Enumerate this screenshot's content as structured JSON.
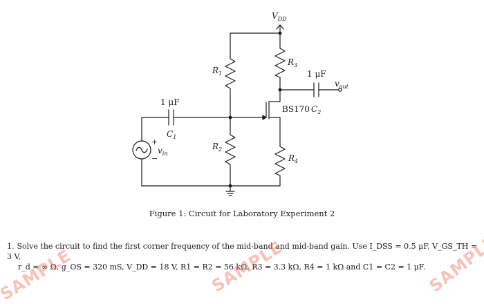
{
  "figure": {
    "labels": {
      "vdd": "V",
      "vdd_sub": "DD",
      "r1": "R",
      "r1_sub": "1",
      "r2": "R",
      "r2_sub": "2",
      "r3": "R",
      "r3_sub": "3",
      "r4": "R",
      "r4_sub": "4",
      "c1_value": "1 μF",
      "c1": "C",
      "c1_sub": "1",
      "c2_value": "1 μF",
      "c2": "C",
      "c2_sub": "2",
      "transistor": "BS170",
      "vout": "v",
      "vout_sub": "out",
      "vin": "v",
      "vin_sub": "in",
      "plus": "+",
      "minus": "−"
    },
    "caption": "Figure 1: Circuit for Laboratory Experiment 2"
  },
  "problem": {
    "number": "1.",
    "line1": "Solve the circuit to find the first corner frequency of the mid-band and mid-band gain. Use I_DSS = 0.5 μF, V_GS_TH = 3 V,",
    "line2": "r_d ≈ ∞ Ω, g_OS = 320 mS, V_DD = 18 V, R1 = R2 = 56 kΩ, R3 = 3.3 kΩ, R4 = 1 kΩ and C1 = C2 = 1 μF."
  },
  "watermark": {
    "text": "SAMPLE",
    "color": "#e87664"
  }
}
